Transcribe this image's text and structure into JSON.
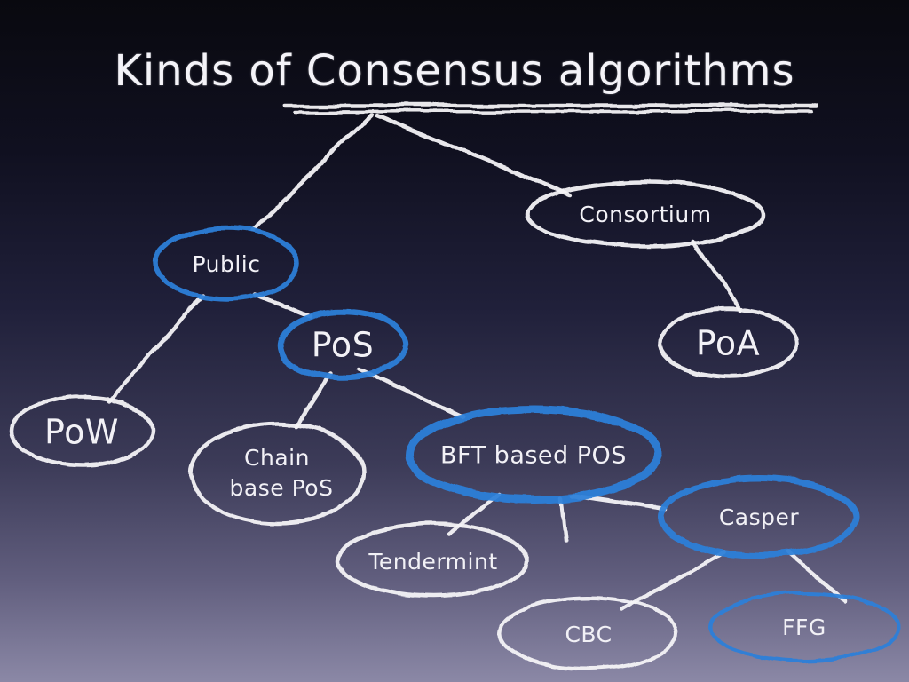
{
  "slide": {
    "title": "Kinds of Consensus algorithms"
  },
  "colors": {
    "chalk_white": "#f5f4f8",
    "highlight_blue": "#2e7fd9",
    "text_white": "#f2f1f6",
    "background_top": "#09090f",
    "background_bottom": "#8b88a6"
  },
  "tree": {
    "nodes": {
      "public": {
        "label": "Public",
        "emphasis": "blue"
      },
      "consortium": {
        "label": "Consortium",
        "emphasis": "white"
      },
      "pow": {
        "label": "PoW",
        "emphasis": "white"
      },
      "pos": {
        "label": "PoS",
        "emphasis": "blue"
      },
      "poa": {
        "label": "PoA",
        "emphasis": "white"
      },
      "chain_base_pos": {
        "label_line1": "Chain",
        "label_line2": "base PoS",
        "emphasis": "white"
      },
      "bft_based_pos": {
        "label": "BFT based POS",
        "emphasis": "blue"
      },
      "tendermint": {
        "label": "Tendermint",
        "emphasis": "white"
      },
      "casper": {
        "label": "Casper",
        "emphasis": "blue"
      },
      "cbc": {
        "label": "CBC",
        "emphasis": "white"
      },
      "ffg": {
        "label": "FFG",
        "emphasis": "blue"
      }
    }
  }
}
